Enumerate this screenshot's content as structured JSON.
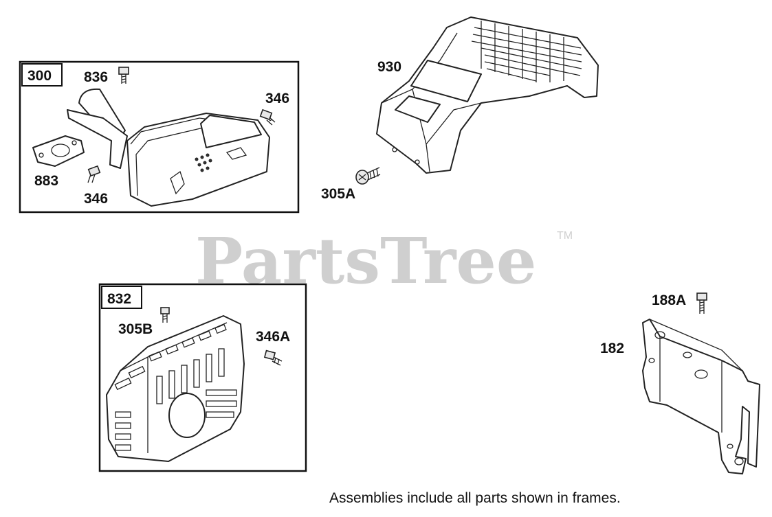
{
  "watermark": {
    "text": "PartsTree",
    "trademark": "TM"
  },
  "frames": [
    {
      "id": "300",
      "label": "300"
    },
    {
      "id": "832",
      "label": "832"
    }
  ],
  "callouts": {
    "836": "836",
    "346_top": "346",
    "883": "883",
    "346_bottom": "346",
    "930": "930",
    "305A": "305A",
    "305B": "305B",
    "346A": "346A",
    "188A": "188A",
    "182": "182"
  },
  "footer_note": "Assemblies include all parts shown in frames."
}
